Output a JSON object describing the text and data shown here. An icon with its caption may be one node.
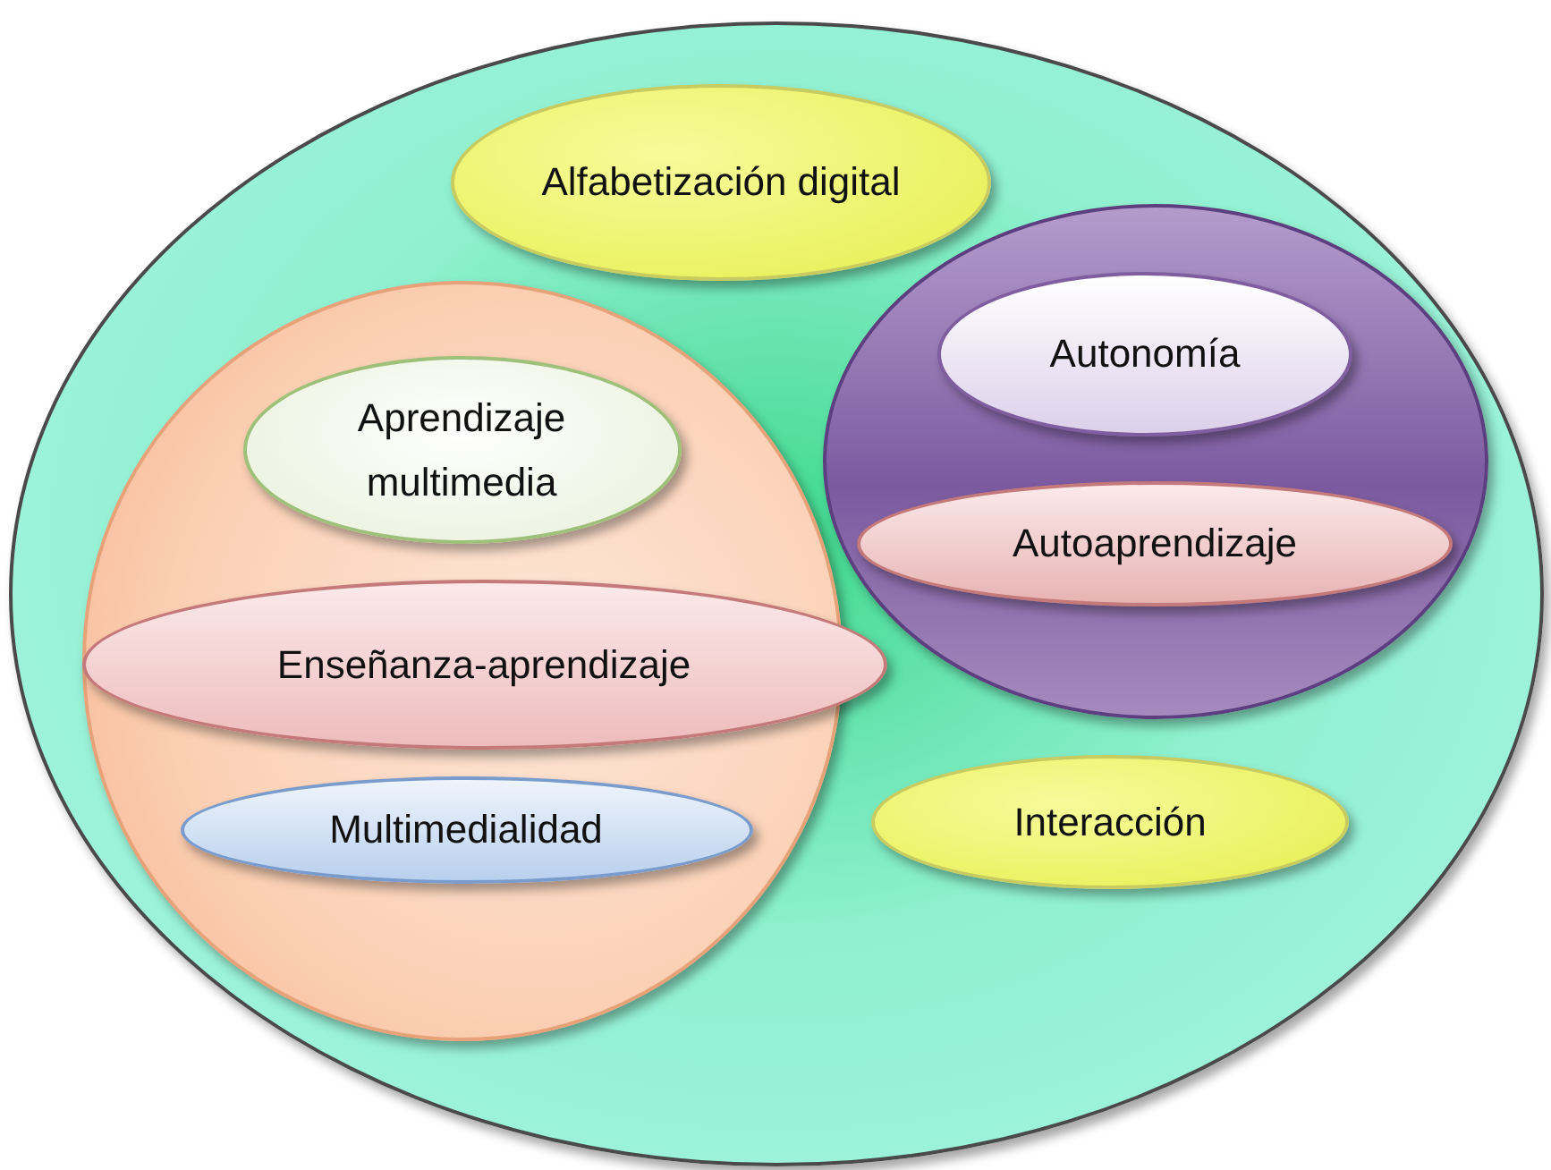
{
  "diagram": {
    "nodes": [
      {
        "text": [],
        "shape": "ellipse"
      },
      {
        "text": [
          "Alfabetización digital"
        ],
        "in": 0
      },
      {
        "text": [],
        "shape": "circle",
        "in": 0
      },
      {
        "text": [
          "Aprendizaje multimedia"
        ],
        "in": 2
      },
      {
        "text": [
          "Enseñanza-aprendizaje"
        ],
        "in": 2
      },
      {
        "text": [
          "Multimedialidad"
        ],
        "in": 2
      },
      {
        "text": [],
        "shape": "ellipse",
        "in": 0
      },
      {
        "text": [
          "Autonomía"
        ],
        "in": 6
      },
      {
        "text": [
          "Autoaprendizaje"
        ],
        "in": 6
      },
      {
        "text": [
          "Interacción"
        ],
        "in": 0
      }
    ],
    "edges": []
  }
}
